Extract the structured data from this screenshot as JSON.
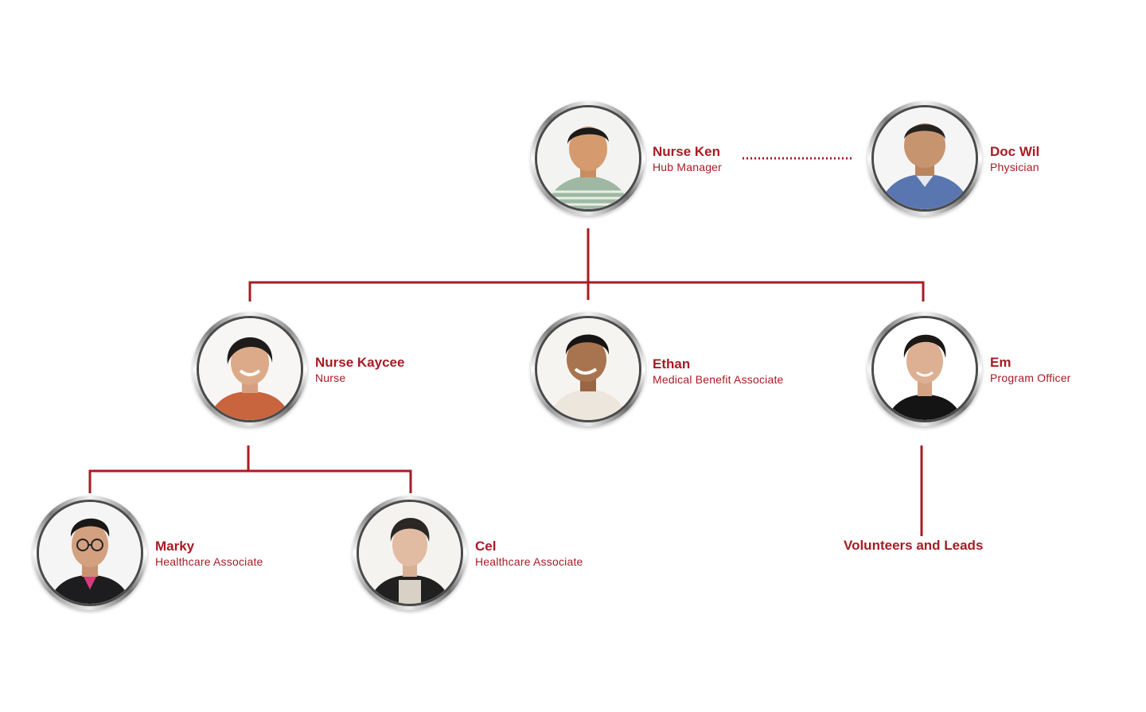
{
  "colors": {
    "accent": "#a61c24"
  },
  "people": {
    "ken": {
      "name": "Nurse Ken",
      "role": "Hub Manager"
    },
    "wil": {
      "name": "Doc Wil",
      "role": "Physician"
    },
    "kaycee": {
      "name": "Nurse Kaycee",
      "role": "Nurse"
    },
    "ethan": {
      "name": "Ethan",
      "role": "Medical Benefit Associate"
    },
    "em": {
      "name": "Em",
      "role": "Program Officer"
    },
    "marky": {
      "name": "Marky",
      "role": "Healthcare Associate"
    },
    "cel": {
      "name": "Cel",
      "role": "Healthcare Associate"
    }
  },
  "groups": {
    "volunteers": "Volunteers and  Leads"
  }
}
